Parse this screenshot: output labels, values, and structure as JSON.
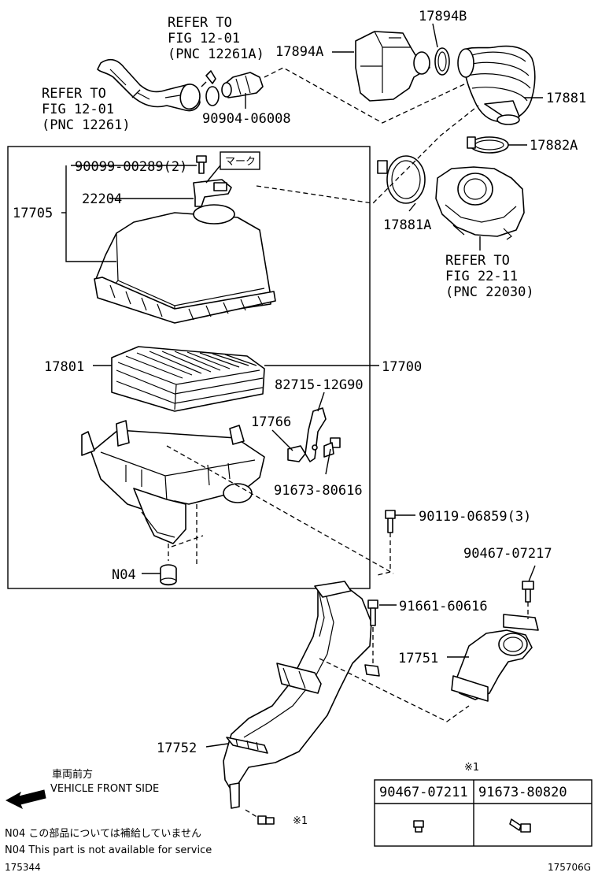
{
  "callouts": {
    "ref_12_01_a": [
      "REFER TO",
      "FIG 12-01",
      "(PNC 12261A)"
    ],
    "ref_12_01": [
      "REFER TO",
      "FIG 12-01",
      "(PNC 12261)"
    ],
    "ref_22_11": [
      "REFER TO",
      "FIG 22-11",
      "(PNC 22030)"
    ]
  },
  "parts": {
    "p17894B": "17894B",
    "p17894A": "17894A",
    "p90904": "90904-06008",
    "p17881": "17881",
    "p17882A": "17882A",
    "p17881A": "17881A",
    "p90099": "90099-00289(2)",
    "p22204": "22204",
    "p17705": "17705",
    "p17801": "17801",
    "p17700": "17700",
    "p82715": "82715-12G90",
    "p17766": "17766",
    "p91673a": "91673-80616",
    "p90119": "90119-06859(3)",
    "p90467": "90467-07217",
    "pN04": "N04",
    "p91661": "91661-60616",
    "p17751": "17751",
    "p17752": "17752"
  },
  "mark_label": "マーク",
  "direction": {
    "jp": "車両前方",
    "en": "VEHICLE FRONT SIDE"
  },
  "note_ref": "※1",
  "table": {
    "ref": "※1",
    "col1": "90467-07211",
    "col2": "91673-80820"
  },
  "notes": {
    "jp": "N04 この部品については補給していません",
    "en": "N04 This part is not available for service"
  },
  "footer": {
    "left": "175344",
    "right": "175706G"
  }
}
